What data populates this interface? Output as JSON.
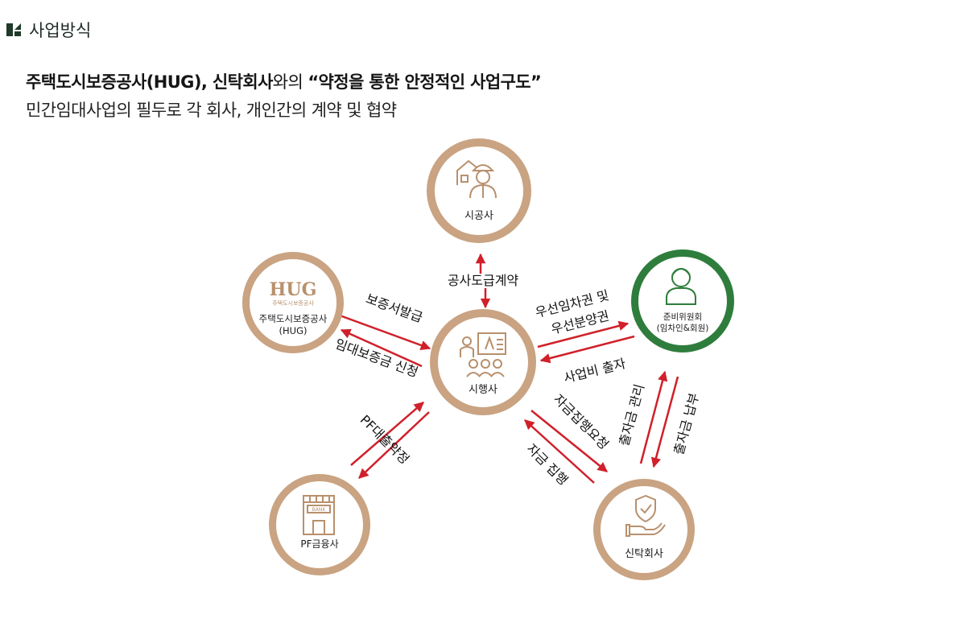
{
  "header": {
    "section_title": "사업방식",
    "headline_bold1": "주택도시보증공사(HUG), 신탁회사",
    "headline_light": "와의 ",
    "headline_bold2": "“약정을 통한 안정적인 사업구도”",
    "subline": "민간임대사업의 필두로 각 회사, 개인간의 계약 및 협약"
  },
  "nodes": {
    "contractor": {
      "label": "시공사"
    },
    "hug": {
      "logo": "HUG",
      "logo_sub": "주택도시보증공사",
      "label1": "주택도시보증공사",
      "label2": "(HUG)"
    },
    "committee": {
      "label1": "준비위원회",
      "label2": "(임차인&회원)"
    },
    "developer": {
      "label": "시행사"
    },
    "pf": {
      "label": "PF금융사"
    },
    "trust": {
      "label": "신탁회사"
    }
  },
  "edges": {
    "construction_contract": "공사도급계약",
    "guarantee_issue": "보증서발급",
    "guarantee_apply": "임대보증금 신청",
    "priority_line1": "우선임차권 및",
    "priority_line2": "우선분양권",
    "investment": "사업비 출자",
    "pf_loan": "PF대출약정",
    "fund_request": "자금집행요청",
    "fund_execute": "자금 집행",
    "fund_manage": "출자금 관리",
    "fund_pay": "출자금 납부"
  },
  "colors": {
    "ring_tan": "#c9a382",
    "ring_green": "#2e7d3c",
    "arrow_red": "#d0202a",
    "icon_tan": "#b8906c"
  }
}
